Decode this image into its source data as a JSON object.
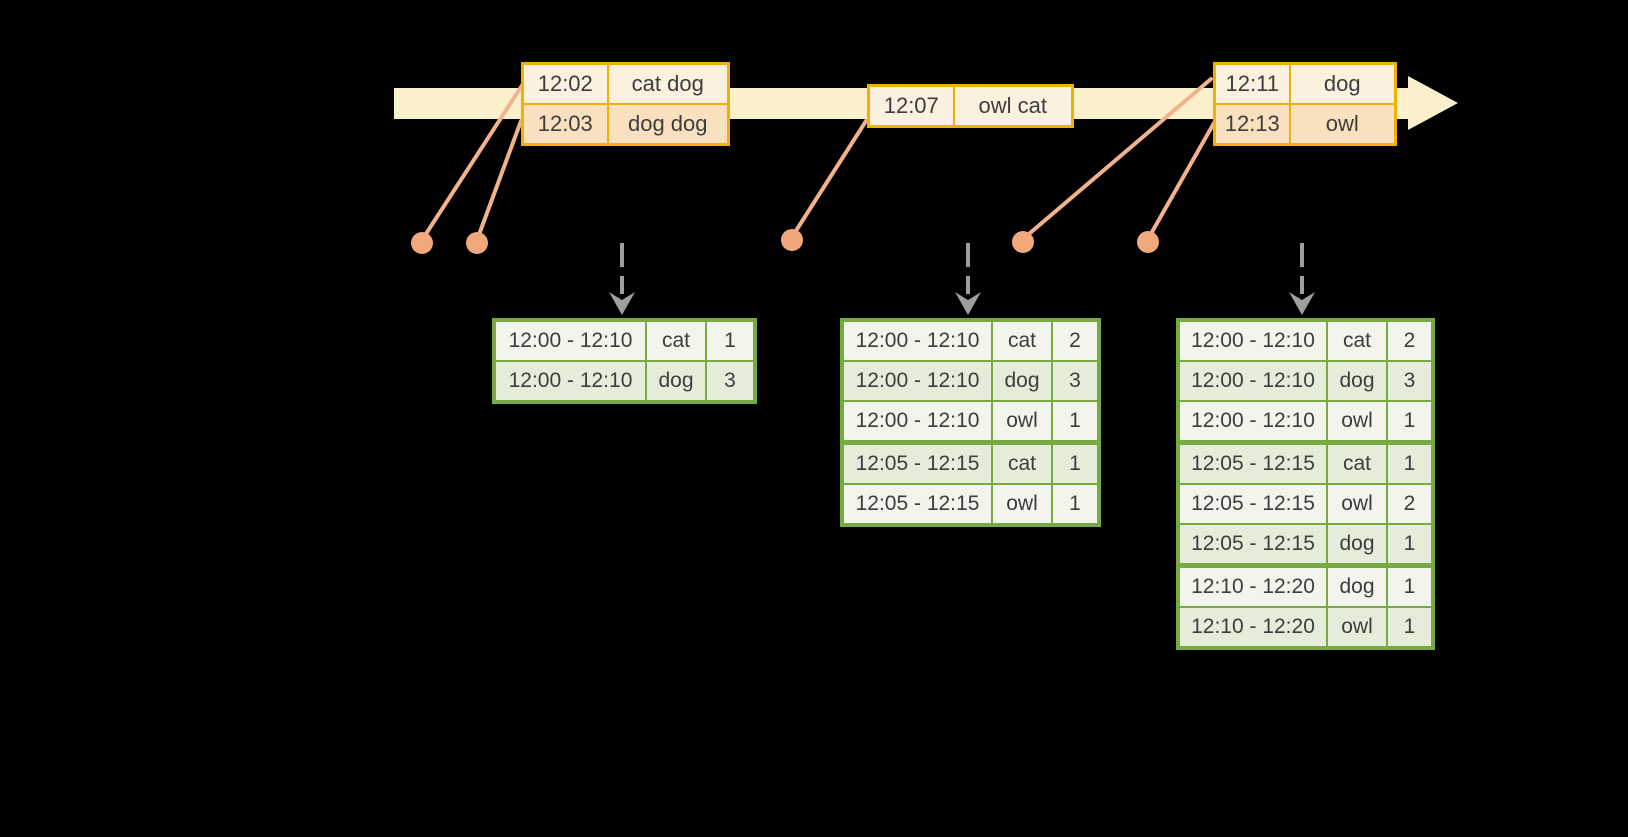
{
  "colors": {
    "background": "#000000",
    "timeline_fill": "#FAF1CC",
    "event_border": "#F1B100",
    "event_row_odd": "#F9E0BF",
    "event_row_even": "#FCF0DE",
    "connector_line": "#F2B28B",
    "dot_fill": "#F1A97C",
    "trigger_arrow": "#9E9E9E",
    "result_border": "#78AA43",
    "result_row_odd": "#E5EDDA",
    "result_row_even": "#F1F5EC",
    "text": "#3D3D3D"
  },
  "event_tables": [
    {
      "id": "events-1",
      "rows": [
        {
          "time": "12:02",
          "words": "cat dog"
        },
        {
          "time": "12:03",
          "words": "dog dog"
        }
      ]
    },
    {
      "id": "events-2",
      "rows": [
        {
          "time": "12:07",
          "words": "owl cat"
        }
      ]
    },
    {
      "id": "events-3",
      "rows": [
        {
          "time": "12:11",
          "words": "dog"
        },
        {
          "time": "12:13",
          "words": "owl"
        }
      ]
    }
  ],
  "result_tables": [
    {
      "id": "result-1",
      "group_breaks": [],
      "rows": [
        {
          "window": "12:00 - 12:10",
          "word": "cat",
          "count": "1"
        },
        {
          "window": "12:00 - 12:10",
          "word": "dog",
          "count": "3"
        }
      ]
    },
    {
      "id": "result-2",
      "group_breaks": [
        3
      ],
      "rows": [
        {
          "window": "12:00 - 12:10",
          "word": "cat",
          "count": "2"
        },
        {
          "window": "12:00 - 12:10",
          "word": "dog",
          "count": "3"
        },
        {
          "window": "12:00 - 12:10",
          "word": "owl",
          "count": "1"
        },
        {
          "window": "12:05 - 12:15",
          "word": "cat",
          "count": "1"
        },
        {
          "window": "12:05 - 12:15",
          "word": "owl",
          "count": "1"
        }
      ]
    },
    {
      "id": "result-3",
      "group_breaks": [
        3,
        6
      ],
      "rows": [
        {
          "window": "12:00 - 12:10",
          "word": "cat",
          "count": "2"
        },
        {
          "window": "12:00 - 12:10",
          "word": "dog",
          "count": "3"
        },
        {
          "window": "12:00 - 12:10",
          "word": "owl",
          "count": "1"
        },
        {
          "window": "12:05 - 12:15",
          "word": "cat",
          "count": "1"
        },
        {
          "window": "12:05 - 12:15",
          "word": "owl",
          "count": "2"
        },
        {
          "window": "12:05 - 12:15",
          "word": "dog",
          "count": "1"
        },
        {
          "window": "12:10 - 12:20",
          "word": "dog",
          "count": "1"
        },
        {
          "window": "12:10 - 12:20",
          "word": "owl",
          "count": "1"
        }
      ]
    }
  ]
}
